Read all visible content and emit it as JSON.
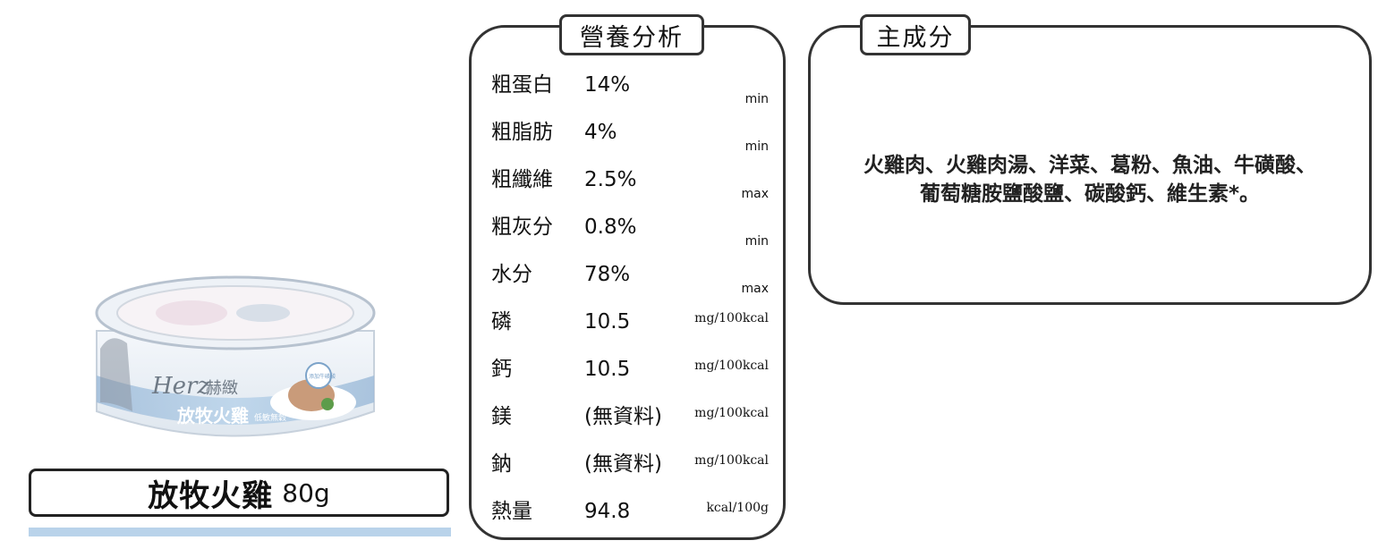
{
  "product": {
    "name": "放牧火雞",
    "weight": "80g",
    "image_alt": "Herz 赫緻 放牧火雞 can"
  },
  "can_label": {
    "brand": "Herz",
    "brand_cn": "赫緻",
    "flavor": "放牧火雞",
    "badge": "添加牛磺酸",
    "tag": "低敏無穀"
  },
  "nutrition": {
    "title": "營養分析",
    "rows": [
      {
        "label": "粗蛋白",
        "value": "14%",
        "unit": "min"
      },
      {
        "label": "粗脂肪",
        "value": "4%",
        "unit": "min"
      },
      {
        "label": "粗纖維",
        "value": "2.5%",
        "unit": "max"
      },
      {
        "label": "粗灰分",
        "value": "0.8%",
        "unit": "min"
      },
      {
        "label": "水分",
        "value": "78%",
        "unit": "max"
      },
      {
        "label": "磷",
        "value": "10.5",
        "unit": "mg/100kcal"
      },
      {
        "label": "鈣",
        "value": "10.5",
        "unit": "mg/100kcal"
      },
      {
        "label": "鎂",
        "value": "(無資料)",
        "unit": "mg/100kcal"
      },
      {
        "label": "鈉",
        "value": "(無資料)",
        "unit": "mg/100kcal"
      },
      {
        "label": "熱量",
        "value": "94.8",
        "unit": "kcal/100g"
      }
    ]
  },
  "ingredients": {
    "title": "主成分",
    "line1": "火雞肉、火雞肉湯、洋菜、葛粉、魚油、牛磺酸、",
    "line2": "葡萄糖胺鹽酸鹽、碳酸鈣、維生素*。"
  },
  "colors": {
    "accent_bar": "#b9d3ea",
    "border": "#333333",
    "can_blue": "#a9c7e3"
  }
}
